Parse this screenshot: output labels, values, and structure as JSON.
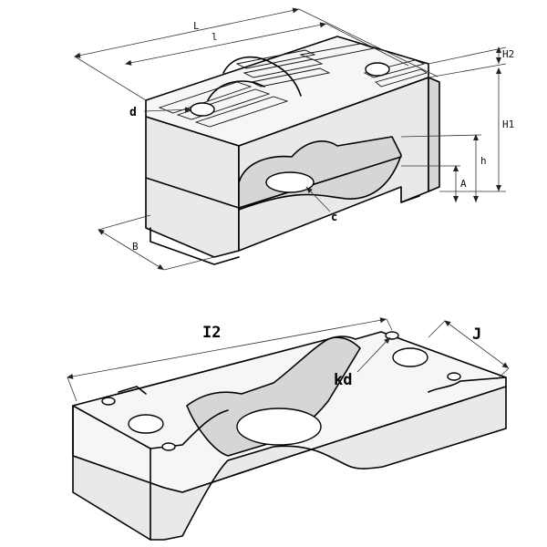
{
  "top_view": {
    "dimensions": {
      "L": "L",
      "l": "l",
      "H2": "H2",
      "H1": "H1",
      "h": "h",
      "A": "A",
      "B": "B"
    },
    "callouts": {
      "d": "d",
      "c": "c"
    }
  },
  "bottom_view": {
    "dimensions": {
      "l2": "I2",
      "J": "J"
    },
    "callouts": {
      "kd": "kd"
    }
  },
  "colors": {
    "line": "#000000",
    "fill": "#e9e9e9"
  }
}
